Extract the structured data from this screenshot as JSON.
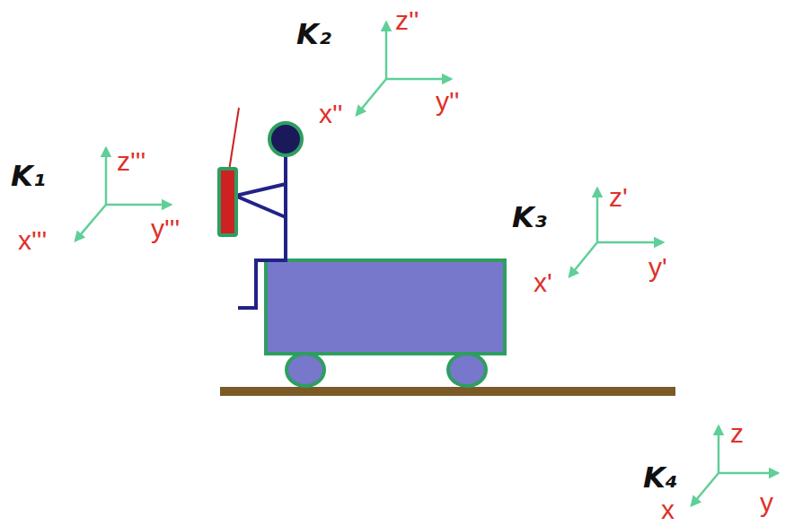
{
  "diagram": {
    "labels": [
      "K₂",
      "z''",
      "x''",
      "y''",
      "K₁",
      "z'''",
      "x'''",
      "y'''",
      "K₃",
      "z'",
      "x'",
      "y'",
      "K₄",
      "z",
      "x",
      "y"
    ]
  }
}
